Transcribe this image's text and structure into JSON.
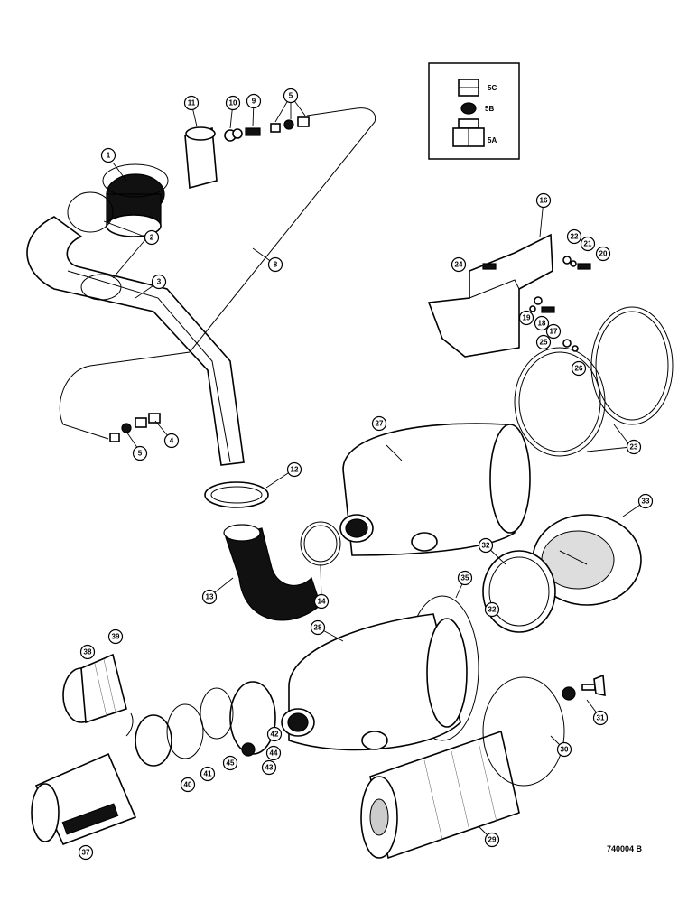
{
  "drawing_code": "740004 B",
  "inset": {
    "labels": [
      "5C",
      "5B",
      "5A"
    ]
  },
  "callouts": [
    "1",
    "2",
    "3",
    "4",
    "5",
    "5",
    "8",
    "9",
    "10",
    "11",
    "12",
    "13",
    "14",
    "16",
    "17",
    "18",
    "19",
    "20",
    "21",
    "22",
    "23",
    "24",
    "25",
    "26",
    "27",
    "28",
    "29",
    "30",
    "31",
    "32",
    "32",
    "33",
    "35",
    "37",
    "38",
    "39",
    "40",
    "41",
    "42",
    "43",
    "44",
    "45"
  ]
}
